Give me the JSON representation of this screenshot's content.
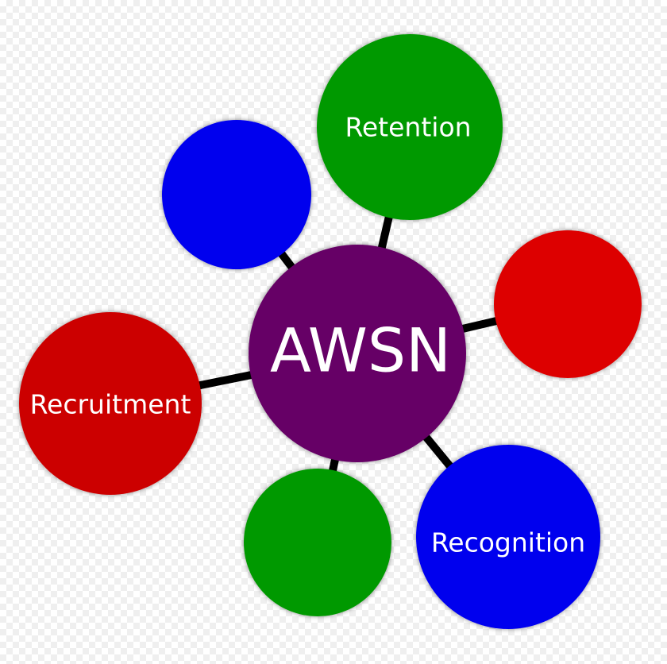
{
  "center": {
    "label": "AWSN",
    "color": "#660066"
  },
  "nodes": [
    {
      "id": "retention",
      "label": "Retention",
      "color": "#009900"
    },
    {
      "id": "blue-top-left",
      "label": "",
      "color": "#0000ee"
    },
    {
      "id": "red-right",
      "label": "",
      "color": "#dd0000"
    },
    {
      "id": "recruitment",
      "label": "Recruitment",
      "color": "#cc0000"
    },
    {
      "id": "green-bottom",
      "label": "",
      "color": "#009900"
    },
    {
      "id": "recognition",
      "label": "Recognition",
      "color": "#0000ee"
    }
  ],
  "connector_color": "#000000"
}
